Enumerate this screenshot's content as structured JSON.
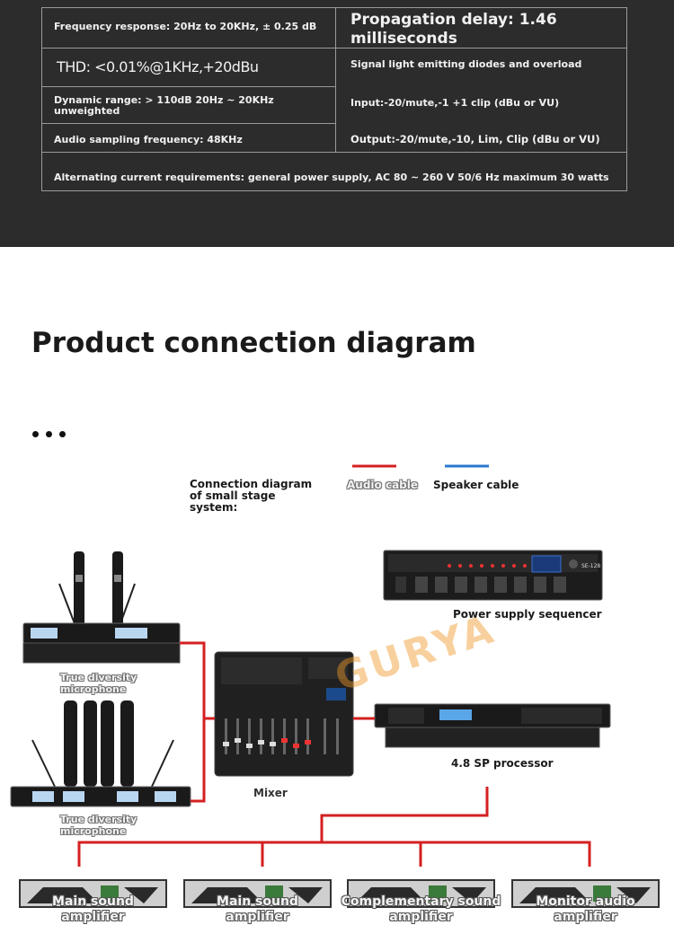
{
  "specs": {
    "frequency_response": "Frequency response: 20Hz to 20KHz, ± 0.25 dB",
    "propagation_delay": "Propagation delay: 1.46 milliseconds",
    "thd": "THD: <0.01%@1KHz,+20dBu",
    "signal_leds": "Signal light emitting diodes and overload",
    "dynamic_range": "Dynamic range: > 110dB 20Hz ~ 20KHz unweighted",
    "input": "Input:-20/mute,-1 +1 clip (dBu or VU)",
    "sampling": "Audio sampling frequency: 48KHz",
    "output": "Output:-20/mute,-10, Lim, Clip (dBu or VU)",
    "ac_requirements": "Alternating current requirements: general power supply, AC 80 ~ 260 V 50/6 Hz maximum 30 watts"
  },
  "section": {
    "title": "Product connection diagram"
  },
  "diagram": {
    "caption": "Connection diagram of small stage system:",
    "legend": {
      "audio_cable": "Audio cable",
      "speaker_cable": "Speaker cable",
      "audio_color": "#d42020",
      "speaker_color": "#2a78d0"
    },
    "devices": {
      "power_sequencer": "Power supply sequencer",
      "mic_1": "True diversity microphone",
      "mic_2": "True diversity microphone",
      "mixer": "Mixer",
      "processor": "4.8 SP processor",
      "amp_1": "Main sound amplifier",
      "amp_2": "Main sound amplifier",
      "amp_3": "Complementary sound amplifier",
      "amp_4": "Monitor audio amplifier"
    },
    "sequencer_model": "SE-128",
    "watermark": "GURYA"
  }
}
